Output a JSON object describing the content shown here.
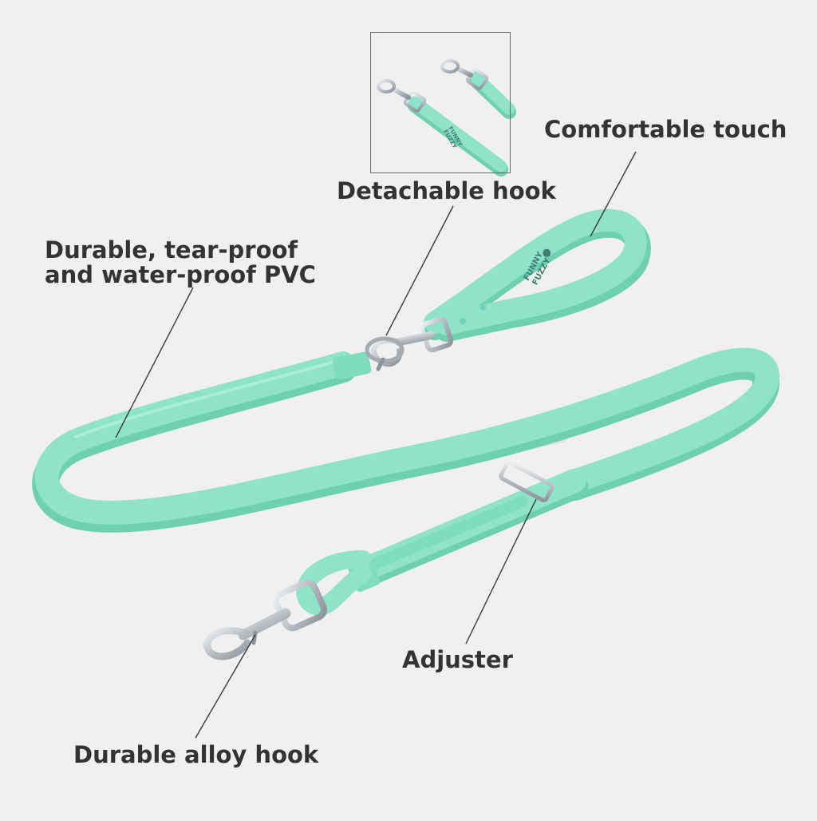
{
  "colors": {
    "background": "#f0f0f0",
    "leash": "#8ee3c8",
    "leash_shade": "#6fcfb1",
    "metal": "#c9cdd2",
    "metal_shade": "#8d9399",
    "text": "#333333",
    "leader_line": "#3a3a3a"
  },
  "brand": {
    "line1": "FUNNY",
    "line2": "FUZZY"
  },
  "labels": {
    "comfortable_touch": "Comfortable touch",
    "detachable_hook": "Detachable hook",
    "pvc_line1": "Durable, tear-proof",
    "pvc_line2": "and water-proof PVC",
    "adjuster": "Adjuster",
    "alloy_hook": "Durable alloy hook"
  },
  "icons": {
    "detachable_hook": "snap-hook-icon",
    "alloy_hook": "snap-hook-icon",
    "adjuster": "slide-buckle-icon"
  }
}
